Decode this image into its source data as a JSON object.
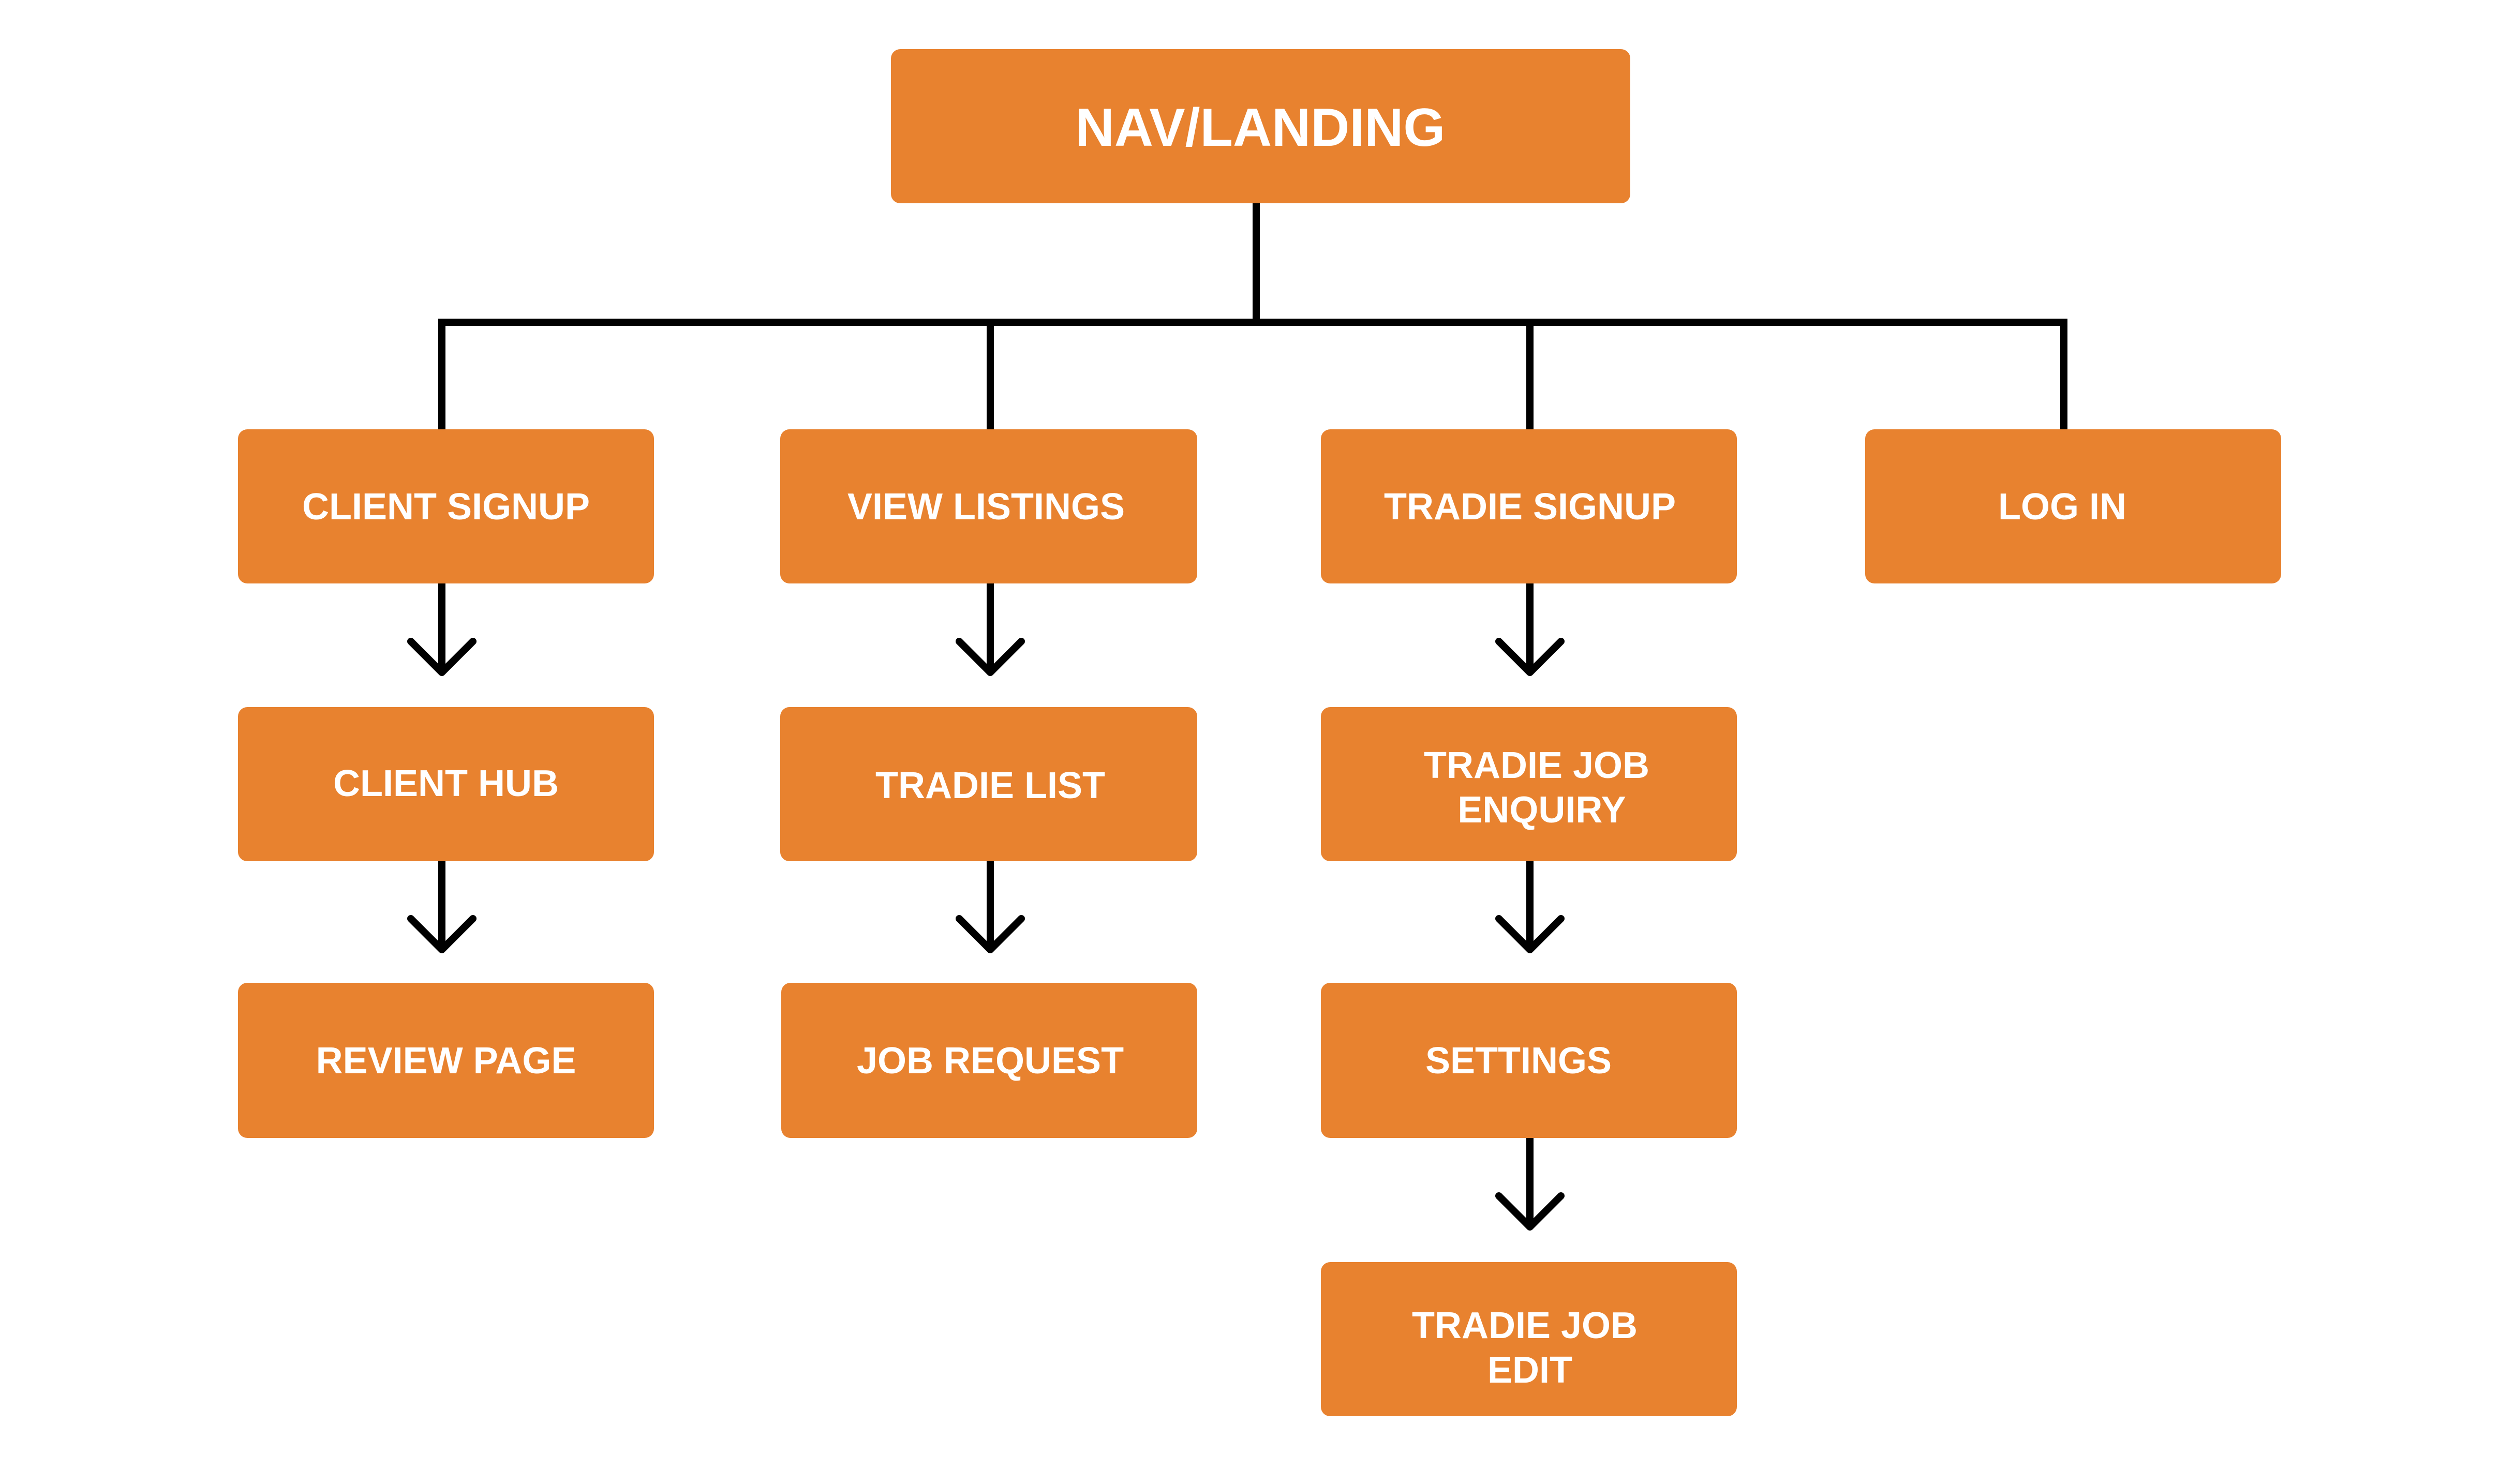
{
  "colors": {
    "node_fill": "#E8822F",
    "node_text": "#FFFFFF",
    "connector": "#000000",
    "background": "#FFFFFF"
  },
  "nodes": {
    "nav_landing": "NAV/LANDING",
    "client_signup": "CLIENT SIGNUP",
    "view_listings": "VIEW LISTINGS",
    "tradie_signup": "TRADIE SIGNUP",
    "log_in": "LOG IN",
    "client_hub": "CLIENT HUB",
    "tradie_list": "TRADIE LIST",
    "tradie_job_enquiry": [
      "TRADIE JOB",
      "ENQUIRY"
    ],
    "review_page": "REVIEW PAGE",
    "job_request": "JOB REQUEST",
    "settings": "SETTINGS",
    "tradie_job_edit": [
      "TRADIE JOB",
      "EDIT"
    ]
  },
  "edges": [
    {
      "from": "nav_landing",
      "to": "client_signup",
      "type": "tree"
    },
    {
      "from": "nav_landing",
      "to": "view_listings",
      "type": "tree"
    },
    {
      "from": "nav_landing",
      "to": "tradie_signup",
      "type": "tree"
    },
    {
      "from": "nav_landing",
      "to": "log_in",
      "type": "tree"
    },
    {
      "from": "client_signup",
      "to": "client_hub",
      "type": "arrow"
    },
    {
      "from": "client_hub",
      "to": "review_page",
      "type": "arrow"
    },
    {
      "from": "view_listings",
      "to": "tradie_list",
      "type": "arrow"
    },
    {
      "from": "tradie_list",
      "to": "job_request",
      "type": "arrow"
    },
    {
      "from": "tradie_signup",
      "to": "tradie_job_enquiry",
      "type": "arrow"
    },
    {
      "from": "tradie_job_enquiry",
      "to": "settings",
      "type": "arrow"
    },
    {
      "from": "settings",
      "to": "tradie_job_edit",
      "type": "arrow"
    }
  ]
}
